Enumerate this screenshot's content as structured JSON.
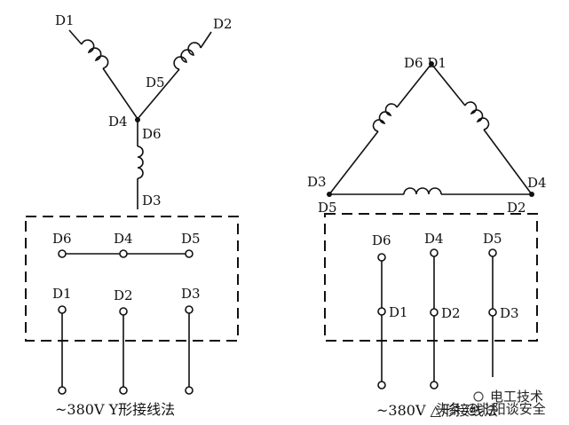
{
  "star": {
    "labels": {
      "d1": "D1",
      "d2": "D2",
      "d5": "D5",
      "d4": "D4",
      "d6": "D6",
      "d3": "D3",
      "b_d6": "D6",
      "b_d4": "D4",
      "b_d5": "D5",
      "b_d1": "D1",
      "b_d2": "D2",
      "b_d3": "D3"
    },
    "caption": "~380V Y形接线法"
  },
  "delta": {
    "labels": {
      "top": "D6 D1",
      "d3": "D3",
      "d4": "D4",
      "d5": "D5",
      "d2": "D2",
      "b_d6": "D6",
      "b_d4": "D4",
      "b_d5": "D5",
      "b_d1": "D1",
      "b_d2": "D2",
      "b_d3": "D3"
    },
    "caption": "~380V △形接线法"
  },
  "watermark": {
    "line1": "电工技术",
    "line2": "头条 @北阳谈安全"
  }
}
